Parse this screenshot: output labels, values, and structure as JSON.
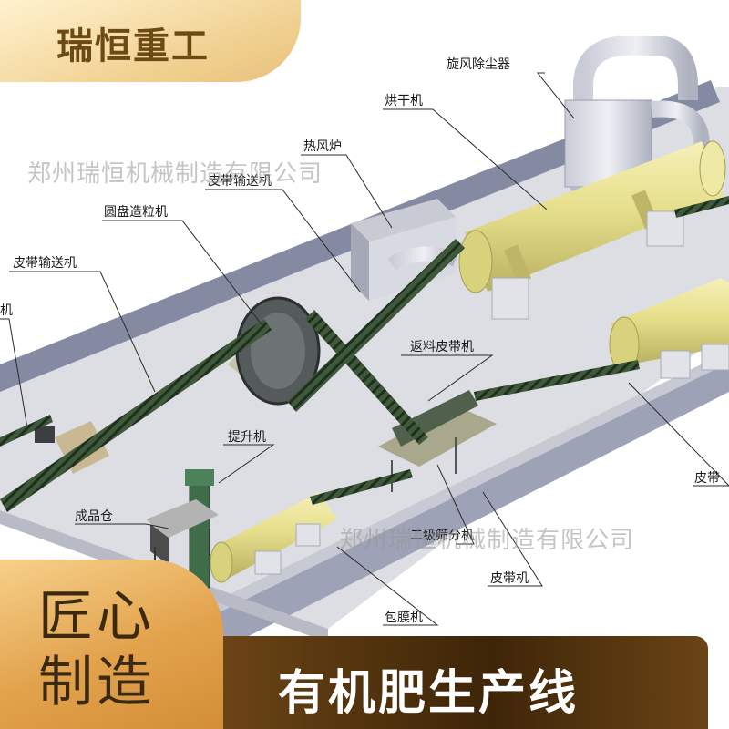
{
  "brand": {
    "name": "瑞恒重工"
  },
  "watermarks": [
    "郑州瑞恒机械制造有限公司",
    "郑州瑞恒机械制造有限公司"
  ],
  "labels": {
    "cyclone": "旋风除尘器",
    "dryer": "烘干机",
    "hot_furnace": "热风炉",
    "belt_conveyor_top": "皮带输送机",
    "disc_granulator": "圆盘造粒机",
    "belt_conveyor_left": "皮带输送机",
    "left_edge": "机",
    "return_belt": "返料皮带机",
    "elevator": "提升机",
    "product_bin": "成品仓",
    "screener": "二级筛分机",
    "belt_machine": "皮带机",
    "coating_machine": "包膜机",
    "belt_right_edge": "皮带"
  },
  "badge": {
    "line1": "匠心",
    "line2": "制造"
  },
  "title": "有机肥生产线",
  "colors": {
    "drum": "#e6e08e",
    "conveyor": "#3f5a3a",
    "wall": "#8a8ea6",
    "floor": "#d5d7de",
    "gold": "#e2a24c",
    "dark_bar": "#4a2d0c"
  }
}
